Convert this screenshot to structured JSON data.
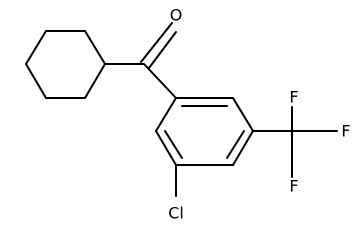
{
  "molecule": {
    "atoms": {
      "oxygen": "O",
      "chlorine": "Cl",
      "fluorine_top": "F",
      "fluorine_right": "F",
      "fluorine_bottom": "F"
    }
  }
}
